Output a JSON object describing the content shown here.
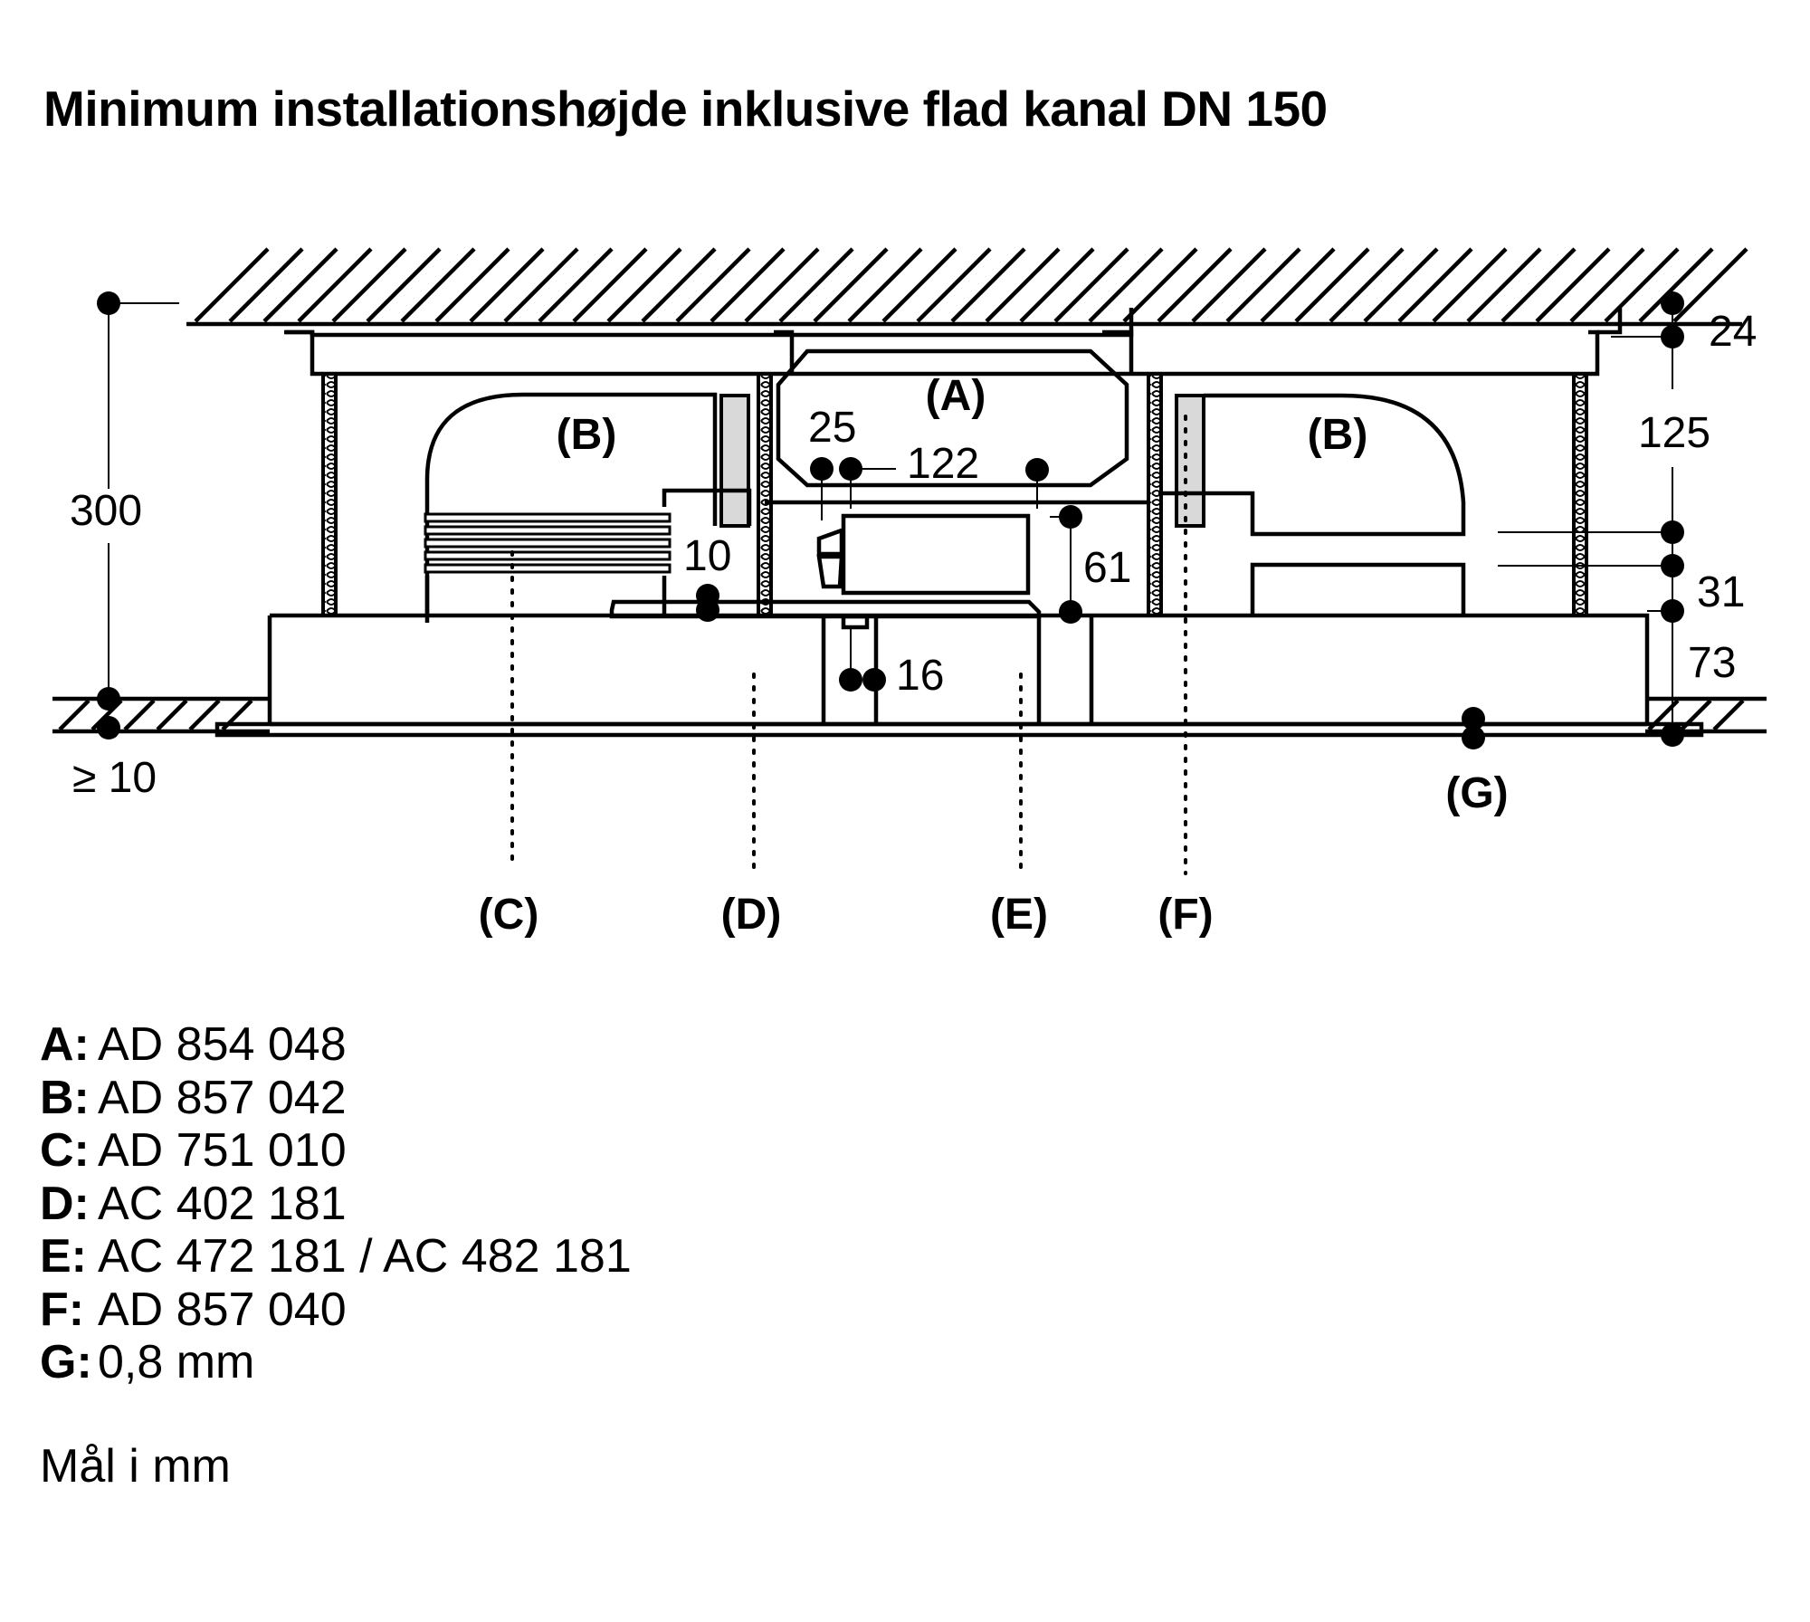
{
  "title": "Minimum installationshøjde inklusive flad kanal DN 150",
  "diagram": {
    "component_labels": {
      "A": "(A)",
      "B_left": "(B)",
      "B_right": "(B)",
      "C": "(C)",
      "D": "(D)",
      "E": "(E)",
      "F": "(F)",
      "G": "(G)"
    },
    "dimensions": {
      "total_height": "300",
      "ceiling_gap": "≥ 10",
      "top_offset": "24",
      "duct_height": "125",
      "gap_31": "31",
      "bottom_73": "73",
      "gap_10": "10",
      "dim_25": "25",
      "dim_122": "122",
      "dim_61": "61",
      "dim_16": "16"
    }
  },
  "legend": [
    {
      "key": "A:",
      "value": "AD 854 048"
    },
    {
      "key": "B:",
      "value": "AD 857 042"
    },
    {
      "key": "C:",
      "value": "AD 751 010"
    },
    {
      "key": "D:",
      "value": "AC 402 181"
    },
    {
      "key": "E:",
      "value": "AC 472 181 / AC 482 181"
    },
    {
      "key": "F:",
      "value": "AD 857 040"
    },
    {
      "key": "G:",
      "value": "0,8 mm"
    }
  ],
  "unit_note": "Mål i mm"
}
